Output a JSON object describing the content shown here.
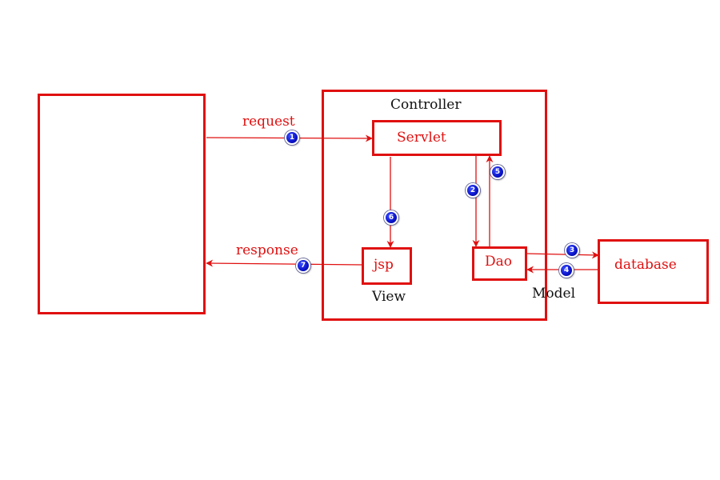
{
  "diagram": {
    "nodes": {
      "client": "",
      "controller": "Controller",
      "servlet": "Servlet",
      "jsp": "jsp",
      "dao": "Dao",
      "database": "database"
    },
    "labels": {
      "view": "View",
      "model": "Model",
      "request": "request",
      "response": "response"
    },
    "steps": [
      "1",
      "2",
      "3",
      "4",
      "5",
      "6",
      "7"
    ],
    "edges": [
      {
        "step": "1",
        "from": "client",
        "to": "servlet",
        "label": "request"
      },
      {
        "step": "2",
        "from": "servlet",
        "to": "dao",
        "label": ""
      },
      {
        "step": "3",
        "from": "dao",
        "to": "database",
        "label": ""
      },
      {
        "step": "4",
        "from": "database",
        "to": "dao",
        "label": ""
      },
      {
        "step": "5",
        "from": "dao",
        "to": "servlet",
        "label": ""
      },
      {
        "step": "6",
        "from": "servlet",
        "to": "jsp",
        "label": ""
      },
      {
        "step": "7",
        "from": "jsp",
        "to": "client",
        "label": "response"
      }
    ],
    "colors": {
      "line": "#e01010",
      "badge": "#0a12c8",
      "node_text": "#e01010",
      "caption_text": "#111111"
    }
  }
}
